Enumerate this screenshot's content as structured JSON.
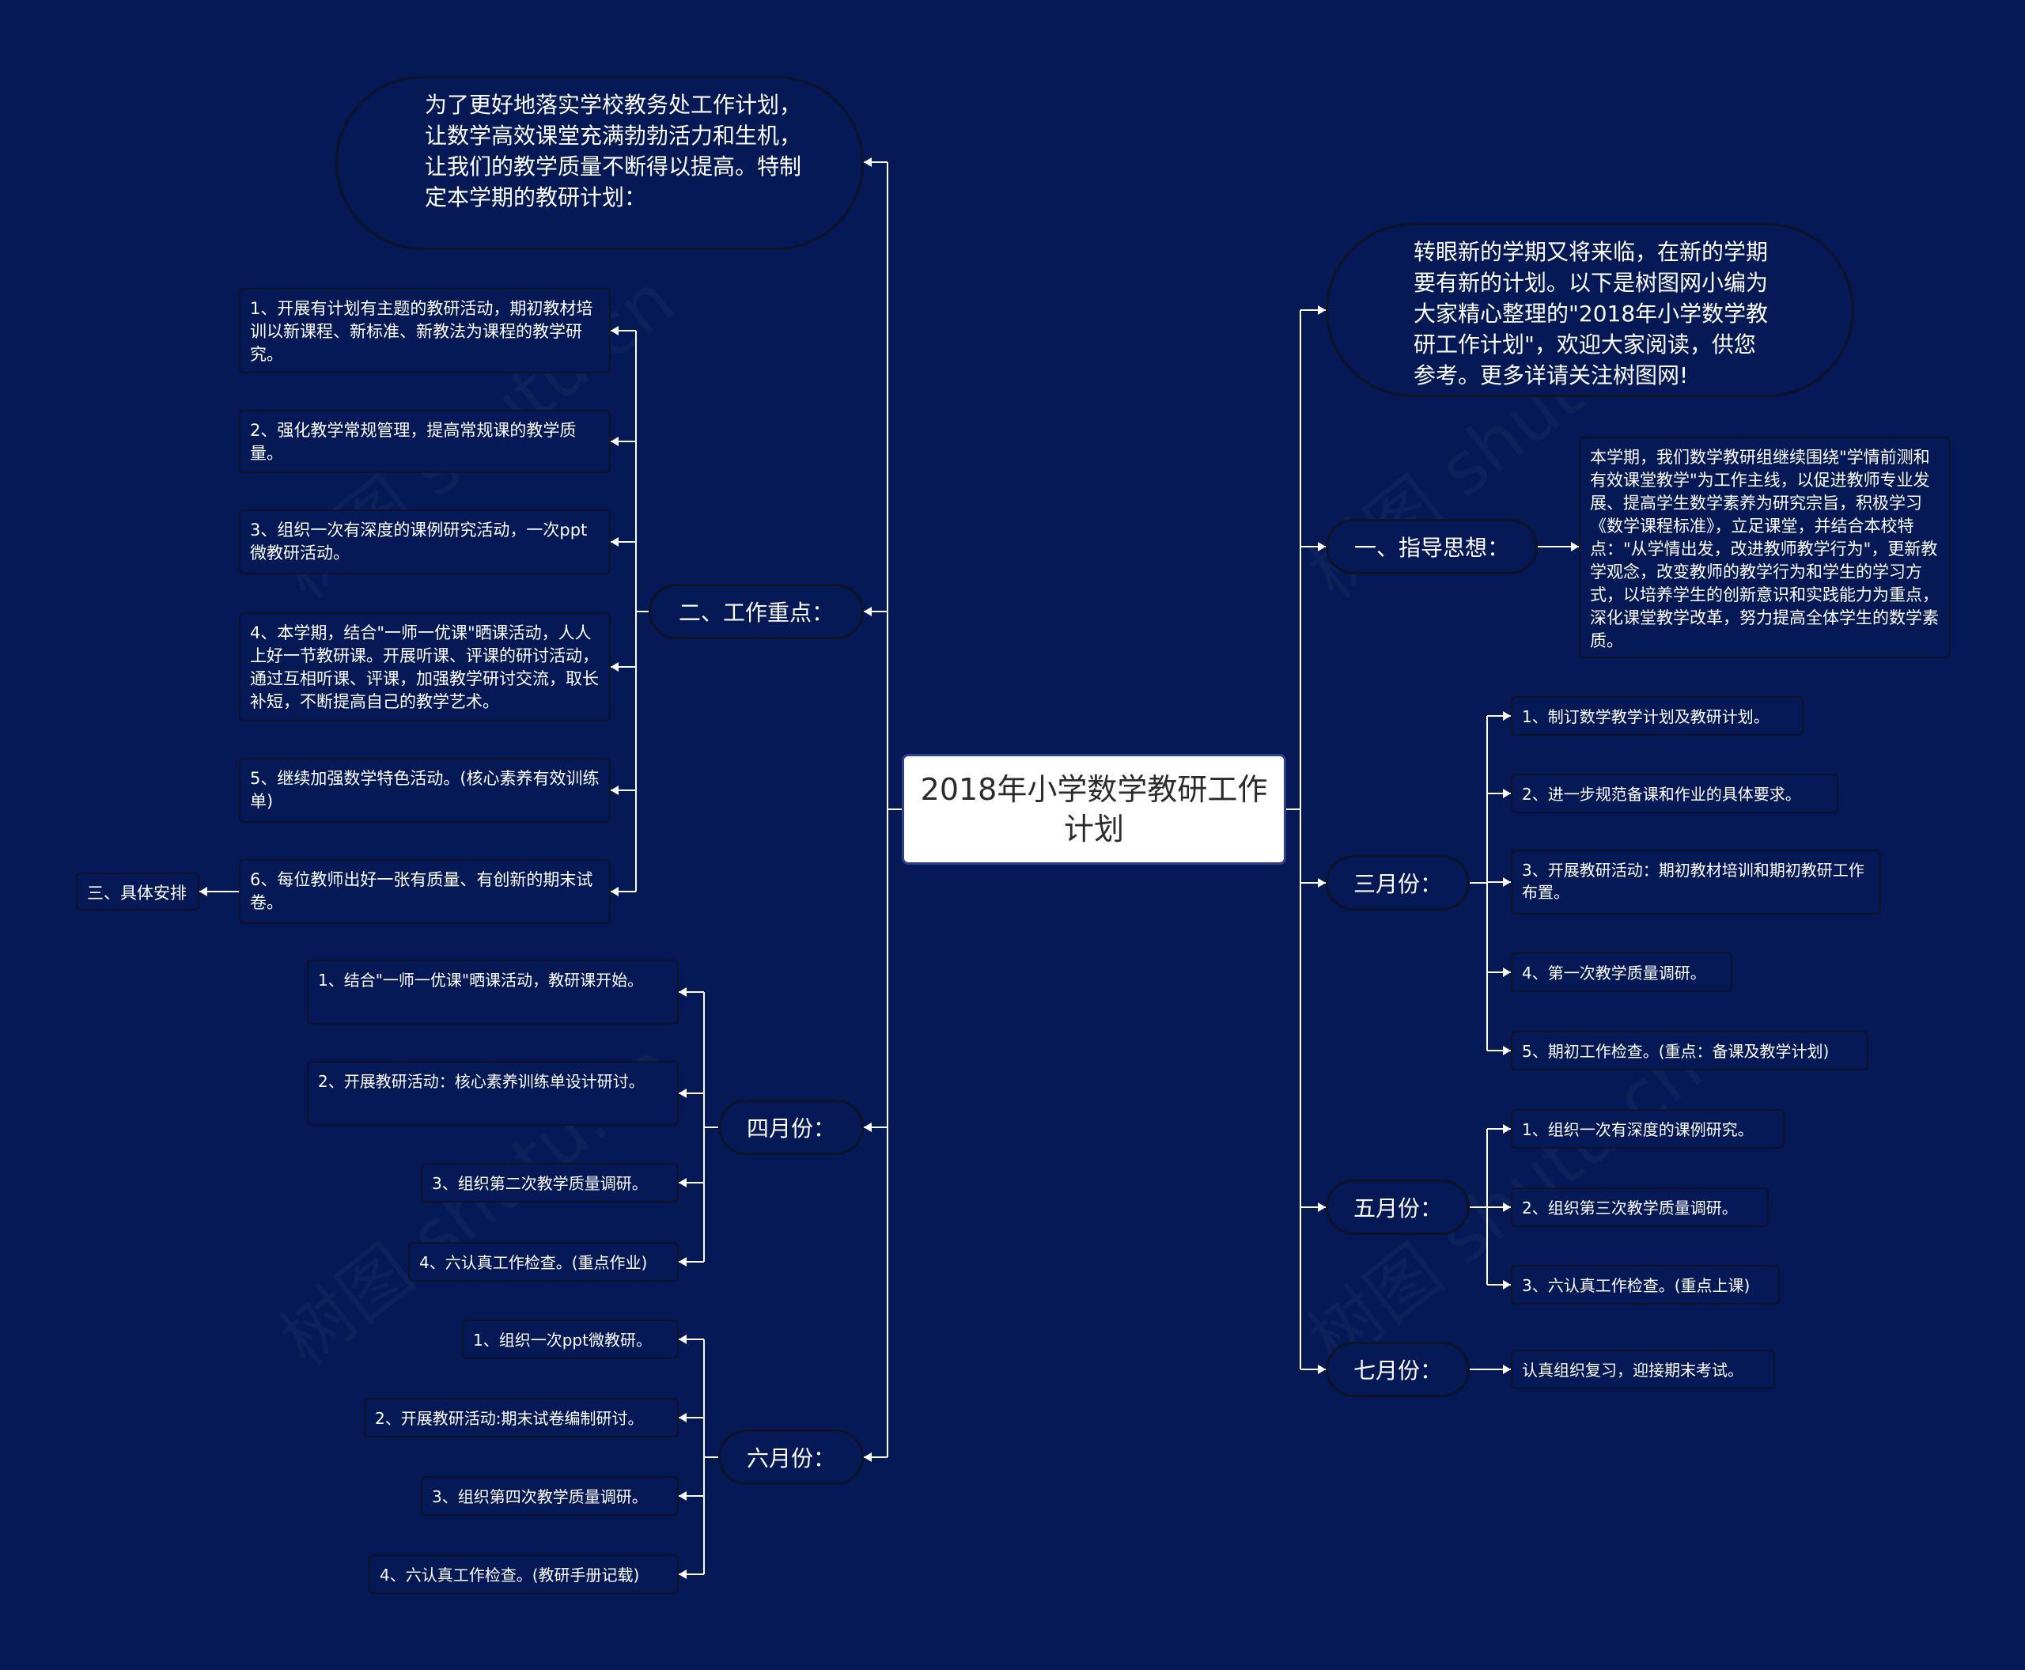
{
  "root": {
    "title": "2018年小学数学教研工作计划"
  },
  "intro_left": "为了更好地落实学校教务处工作计划，让数学高效课堂充满勃勃活力和生机，让我们的教学质量不断得以提高。特制定本学期的教研计划：",
  "intro_right": "转眼新的学期又将来临，在新的学期要有新的计划。以下是树图网小编为大家精心整理的\"2018年小学数学教研工作计划\"，欢迎大家阅读，供您参考。更多详请关注树图网!",
  "guiding": {
    "label": "一、指导思想：",
    "text": "本学期，我们数学教研组继续围绕\"学情前测和有效课堂教学\"为工作主线，以促进教师专业发展、提高学生数学素养为研究宗旨，积极学习《数学课程标准》，立足课堂，并结合本校特点：\"从学情出发，改进教师教学行为\"，更新教学观念，改变教师的教学行为和学生的学习方式，以培养学生的创新意识和实践能力为重点，深化课堂教学改革，努力提高全体学生的数学素质。"
  },
  "focus": {
    "label": "二、工作重点：",
    "items": [
      "1、开展有计划有主题的教研活动，期初教材培训以新课程、新标准、新教法为课程的教学研究。",
      "2、强化教学常规管理，提高常规课的教学质量。",
      "3、组织一次有深度的课例研究活动，一次ppt微教研活动。",
      "4、本学期，结合\"一师一优课\"晒课活动，人人上好一节教研课。开展听课、评课的研讨活动，通过互相听课、评课，加强教学研讨交流，取长补短，不断提高自己的教学艺术。",
      "5、继续加强数学特色活动。(核心素养有效训练单)",
      "6、每位教师出好一张有质量、有创新的期末试卷。"
    ],
    "sub": "三、具体安排"
  },
  "march": {
    "label": "三月份：",
    "items": [
      "1、制订数学教学计划及教研计划。",
      "2、进一步规范备课和作业的具体要求。",
      "3、开展教研活动：期初教材培训和期初教研工作布置。",
      "4、第一次教学质量调研。",
      "5、期初工作检查。(重点：备课及教学计划)"
    ]
  },
  "april": {
    "label": "四月份：",
    "items": [
      "1、结合\"一师一优课\"晒课活动，教研课开始。",
      "2、开展教研活动：核心素养训练单设计研讨。",
      "3、组织第二次教学质量调研。",
      "4、六认真工作检查。(重点作业)"
    ]
  },
  "may": {
    "label": "五月份：",
    "items": [
      "1、组织一次有深度的课例研究。",
      "2、组织第三次教学质量调研。",
      "3、六认真工作检查。(重点上课)"
    ]
  },
  "june": {
    "label": "六月份：",
    "items": [
      "1、组织一次ppt微教研。",
      "2、开展教研活动:期末试卷编制研讨。",
      "3、组织第四次教学质量调研。",
      "4、六认真工作检查。(教研手册记载)"
    ]
  },
  "july": {
    "label": "七月份：",
    "items": [
      "认真组织复习，迎接期末考试。"
    ]
  },
  "colors": {
    "background": "#041955",
    "line": "#ffffff",
    "border": "#0d1426"
  }
}
